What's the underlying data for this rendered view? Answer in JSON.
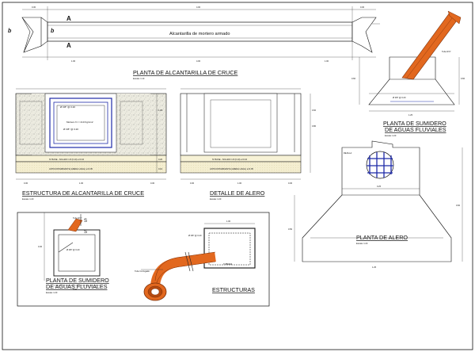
{
  "colors": {
    "pipe": "#e2681f",
    "pipe_dark": "#7a2e08",
    "rebar": "#1e2aa8",
    "concrete": "#e9e9dc",
    "base": "#f3edcc",
    "ink": "#111111"
  },
  "header": {
    "section_a": "A",
    "section_a2": "A",
    "label_b": "b",
    "label_b2": "b",
    "culvert_label": "Alcantarilla de mortero armado"
  },
  "plans": {
    "plan_culvert_title": "PLANTA DE ALCANTARILLA DE CRUCE",
    "plan_culvert_scale": "Escala: 1:10",
    "structure_title": "ESTRUCTURA DE ALCANTARILLA DE CRUCE",
    "structure_scale": "Escala: 1:20",
    "wing_detail_title": "DETALLE DE ALERO",
    "wing_detail_scale": "Escala: 1:20",
    "sump_top_title_1": "PLANTA DE SUMIDERO",
    "sump_top_title_2": "DE AGUAS FLUVIALES",
    "sump_top_scale": "Escala: 1:20",
    "wing_plan_title": "PLANTA DE ALERO",
    "wing_plan_scale": "Escala: 1:20",
    "sump_bottom_title_1": "PLANTA DE SUMIDERO",
    "sump_bottom_title_2": "DE AGUAS FLUVIALES",
    "sump_bottom_scale": "Escala: 1:20",
    "structures_title": "ESTRUCTURAS"
  },
  "notes": {
    "base_layer": "Nº BASE - SOLADO 1:8 (0.10) e=0.10",
    "anti_layer": "ANTICONTAMINANTE (ARENA LAVAL) e=0.05",
    "base_layer_2": "Nº BASE - SOLADO 1:8 (0.10) e=0.10",
    "anti_layer_2": "ANTICONTAMINANTE (ARENA LAVAL) e=0.05",
    "mortar": "Mortero f'c = 210 Kg/cm2",
    "rebar_note": "Ø 3/8\" @ 0.20",
    "rebar_note_2": "Ø 3/8\" @ 0.20",
    "pipe_label": "Tubo Ø 6\"",
    "pipe_label_2": "Tubo Ø 6\"",
    "s1": "S",
    "s2": "S",
    "hdpe": "Tubo Corrugado",
    "pipe_tag": "TUBERIA",
    "grate": "REJILLA"
  },
  "dims": {
    "d1": "0.30",
    "d2": "1.00",
    "d3": "4.00",
    "d4": "1.00",
    "d5": "0.30",
    "d6": "1.20",
    "d7": "0.60",
    "d8": "0.20",
    "d9": "0.10",
    "d10": "0.60",
    "d11": "0.80",
    "d12": "0.25",
    "d13": "1.00",
    "d14": "0.60",
    "d15": "0.50",
    "d16": "1.25",
    "d17": "0.30",
    "d18": "0.60"
  }
}
